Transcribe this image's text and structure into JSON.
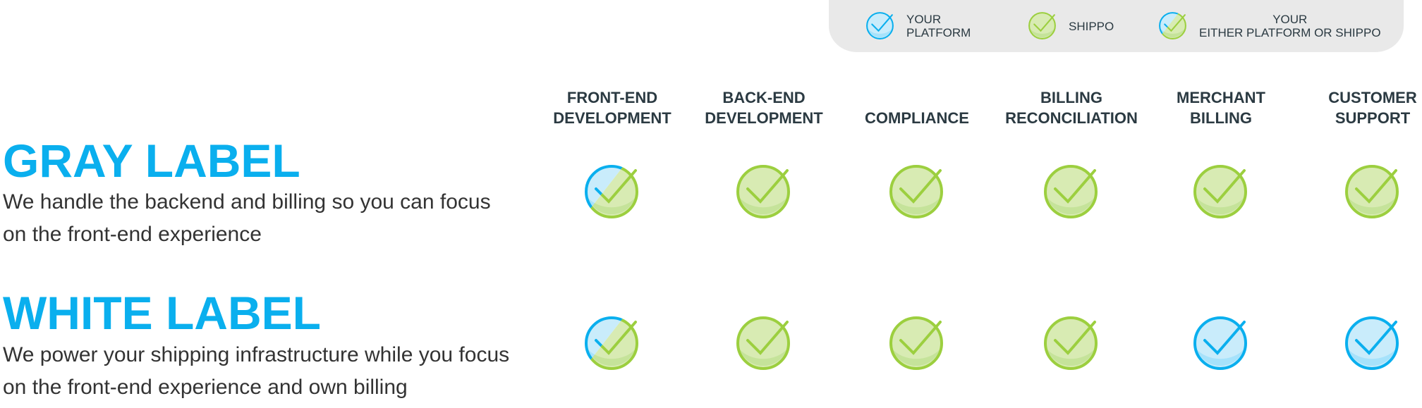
{
  "legend": {
    "items": [
      {
        "type": "platform",
        "label_line1": "YOUR",
        "label_line2": "PLATFORM"
      },
      {
        "type": "shippo",
        "label_line1": "SHIPPO",
        "label_line2": ""
      },
      {
        "type": "either",
        "label_line1": "YOUR",
        "label_line2": "EITHER PLATFORM OR SHIPPO"
      }
    ]
  },
  "columns": [
    {
      "line1": "FRONT-END",
      "line2": "DEVELOPMENT"
    },
    {
      "line1": "BACK-END",
      "line2": "DEVELOPMENT"
    },
    {
      "line1": "",
      "line2": "COMPLIANCE"
    },
    {
      "line1": "BILLING",
      "line2": "RECONCILIATION"
    },
    {
      "line1": "MERCHANT",
      "line2": "BILLING"
    },
    {
      "line1": "CUSTOMER",
      "line2": "SUPPORT"
    }
  ],
  "rows": [
    {
      "title": "GRAY LABEL",
      "desc_line1": "We handle the backend and billing so you can focus",
      "desc_line2": "on the front-end experience",
      "cells": [
        "either",
        "shippo",
        "shippo",
        "shippo",
        "shippo",
        "shippo"
      ]
    },
    {
      "title": "WHITE LABEL",
      "desc_line1": "We power your shipping infrastructure while you focus",
      "desc_line2": "on the front-end experience and own billing",
      "cells": [
        "either",
        "shippo",
        "shippo",
        "shippo",
        "platform",
        "platform"
      ]
    }
  ],
  "colors": {
    "platform": "#0aafee",
    "shippo": "#9ccf3f",
    "title": "#0aafee"
  }
}
